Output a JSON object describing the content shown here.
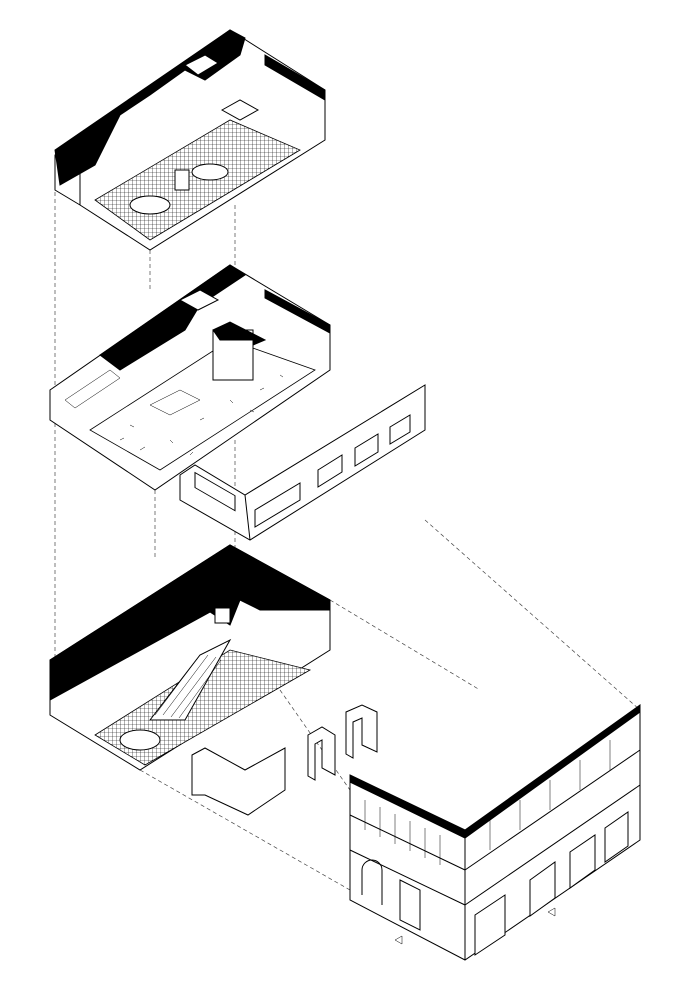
{
  "drawing": {
    "type": "exploded-axonometric",
    "ink_color": "#000000",
    "paper_color": "#ffffff",
    "levels": [
      "upper-floor",
      "middle-floor",
      "ground-floor",
      "street-facade"
    ]
  }
}
